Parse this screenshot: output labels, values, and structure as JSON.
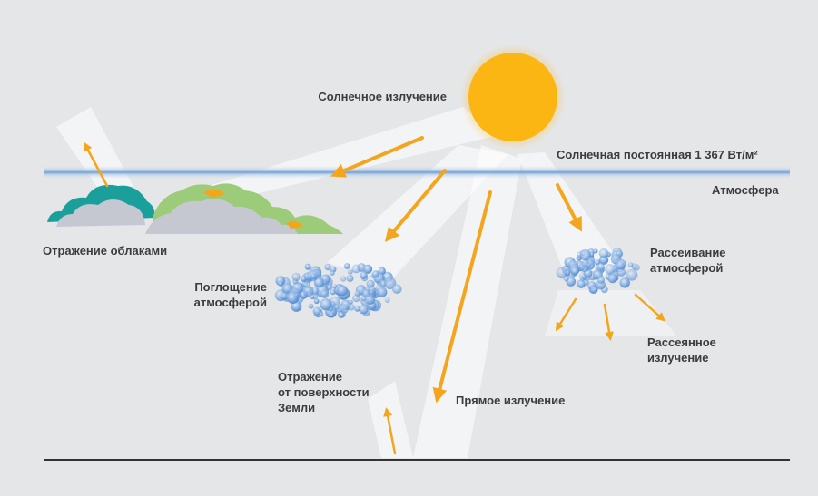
{
  "labels": {
    "solar_radiation": "Солнечное излучение",
    "solar_constant": "Солнечная постоянная 1 367 Вт/м²",
    "atmosphere": "Атмосфера",
    "cloud_reflection": "Отражение облаками",
    "absorption_line1": "Поглощение",
    "absorption_line2": "атмосферой",
    "scattering_line1": "Рассеивание",
    "scattering_line2": "атмосферой",
    "diffuse_line1": "Рассеянное",
    "diffuse_line2": "излучение",
    "surface_line1": "Отражение",
    "surface_line2": "от поверхности",
    "surface_line3": "Земли",
    "direct_radiation": "Прямое излучение"
  },
  "colors": {
    "background": "#e5e6e8",
    "sun": "#fbb614",
    "arrow": "#f5a51c",
    "beam": "#ffffff",
    "atmosphere_line": "#8fb3dc",
    "cloud_teal": "#1a9f9b",
    "cloud_green": "#9ccc7a",
    "cloud_grey": "#c5c8d0",
    "particles": "#5b93d6",
    "ground": "#333333"
  }
}
